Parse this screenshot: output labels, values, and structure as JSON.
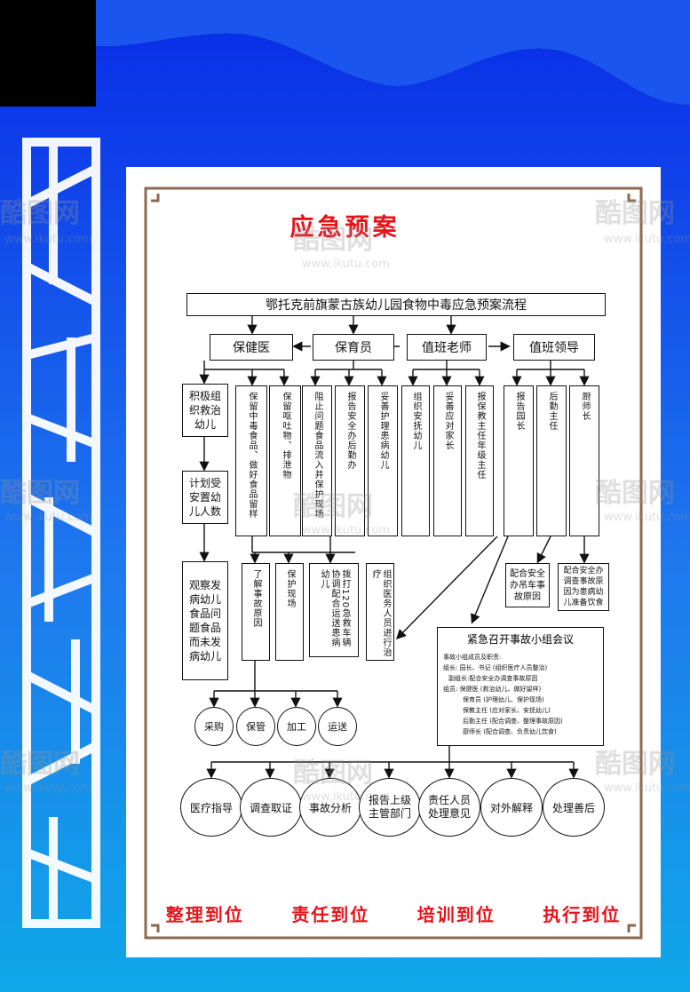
{
  "title": "应急预案",
  "top_box": "鄂托克前旗蒙古族幼儿园食物中毒应急预案流程",
  "roles": {
    "doctor": "保健医",
    "teacher": "保育员",
    "duty_teacher": "值班老师",
    "duty_leader": "值班领导"
  },
  "doctor_cols": [
    "积极组织救治幼儿",
    "保留中毒食品、做好食品留样",
    "保留呕吐物、排泄物"
  ],
  "teacher_cols": [
    "阻止问题食品流入并保护现场",
    "报告安全办后勤办",
    "妥善护理患病幼儿"
  ],
  "duty_teacher_cols": [
    "组织安抚幼儿",
    "妥善应对家长",
    "报保教主任年级主任"
  ],
  "duty_leader_cols": [
    "报告园长",
    "后勤主任",
    "厨师长"
  ],
  "left_chain": [
    "计划受安置幼儿人数",
    "观察发病幼儿食品问题食品而未发病幼儿"
  ],
  "mid_row": [
    "了解事故原因",
    "保护现场",
    "拨打120急救车辆协调配合运送患病幼儿",
    "组织医务人员进行治疗"
  ],
  "right_small": [
    "配合安全办吊车事故原因",
    "配合安全办调查事故原因为患病幼儿准备饮食"
  ],
  "circles_small": [
    "采购",
    "保管",
    "加工",
    "运送"
  ],
  "meeting": {
    "header": "紧急召开事故小组会议",
    "lines": [
      "事故小组成员及职责:",
      "组长: 园长、书记 (组织医疗人员整治)",
      "副组长:配合安全办调查事故原因",
      "组员: 保健医 (救治幼儿、做好留样)",
      "保育员 (护理幼儿、保护现场)",
      "保教主任 (应对家长、安抚幼儿)",
      "后勤主任 (配合调查、整理事故原因)",
      "厨师长 (配合调查、负责幼儿饮食)"
    ]
  },
  "bottom_circles": [
    "医疗指导",
    "调查取证",
    "事故分析",
    "报告上级主管部门",
    "责任人员处理意见",
    "对外解释",
    "处理善后"
  ],
  "slogans": [
    "整理到位",
    "责任到位",
    "培训到位",
    "执行到位"
  ],
  "watermark": {
    "brand": "酷图网",
    "url": "www.ikutu.com"
  },
  "colors": {
    "accent_red": "#e8121a",
    "blue": "#1a55f0",
    "frame_brown": "#8b6a4f"
  }
}
